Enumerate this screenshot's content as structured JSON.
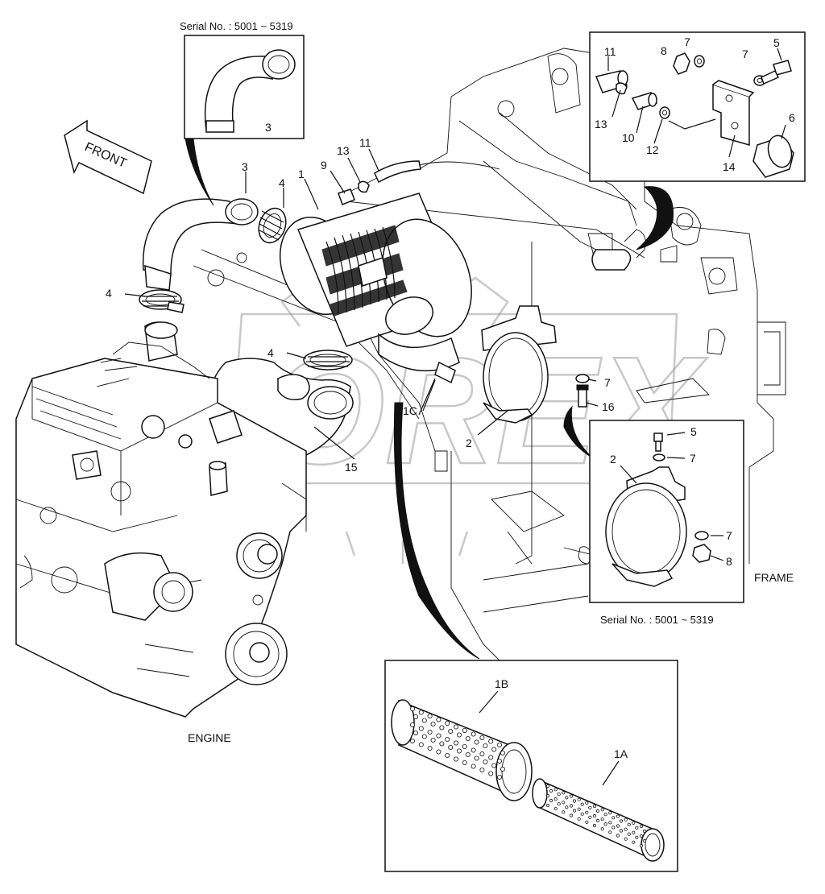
{
  "serial_top": "Serial No. : 5001 ~ 5319",
  "serial_bottom": "Serial No. : 5001 ~ 5319",
  "front_label": "FRONT",
  "engine_label": "ENGINE",
  "frame_label": "FRAME",
  "watermark": "OREX",
  "callouts": {
    "top_3": "3",
    "main_3": "3",
    "c1": "1",
    "c4a": "4",
    "c4b": "4",
    "c4c": "4",
    "c9": "9",
    "c13": "13",
    "c11": "11",
    "c1c": "1C",
    "c2": "2",
    "c15": "15",
    "c7": "7",
    "c16": "16",
    "tr_11": "11",
    "tr_13": "13",
    "tr_10": "10",
    "tr_12": "12",
    "tr_14": "14",
    "tr_8": "8",
    "tr_7a": "7",
    "tr_7b": "7",
    "tr_5": "5",
    "tr_6": "6",
    "br_2": "2",
    "br_5": "5",
    "br_7a": "7",
    "br_7b": "7",
    "br_8": "8",
    "f_1b": "1B",
    "f_1a": "1A"
  },
  "colors": {
    "line": "#111111",
    "watermark": "#9a9a9a",
    "background": "#ffffff"
  }
}
